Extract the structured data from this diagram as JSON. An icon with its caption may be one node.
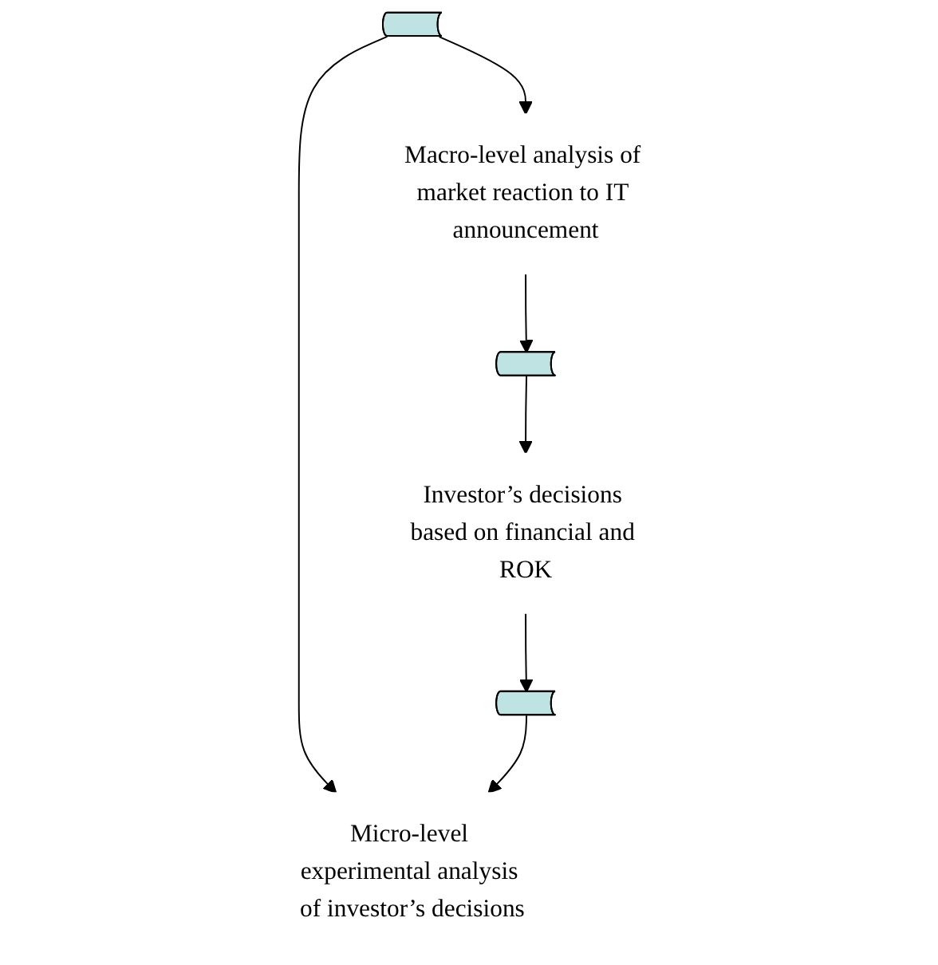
{
  "diagram": {
    "nodes": [
      {
        "text": [],
        "shape": "arc"
      },
      {
        "text": [
          "Macro-level analysis of market reaction to IT announcement"
        ]
      },
      {
        "text": [
          "Micro-level experimental analysis of investor’s decisions"
        ]
      },
      {
        "text": [],
        "shape": "arc"
      },
      {
        "text": [],
        "shape": "arc"
      },
      {
        "text": [
          "Investor’s decisions based on financial and ROK"
        ]
      }
    ],
    "edges": [
      {
        "from": 0,
        "to": 1,
        "arrow": "to"
      },
      {
        "from": 0,
        "to": 2,
        "arrow": "to"
      },
      {
        "from": 1,
        "to": 3,
        "arrow": "to"
      },
      {
        "from": 3,
        "to": 5,
        "arrow": "to"
      },
      {
        "from": 5,
        "to": 4,
        "arrow": "to"
      },
      {
        "from": 4,
        "to": 2,
        "arrow": "to"
      }
    ]
  }
}
